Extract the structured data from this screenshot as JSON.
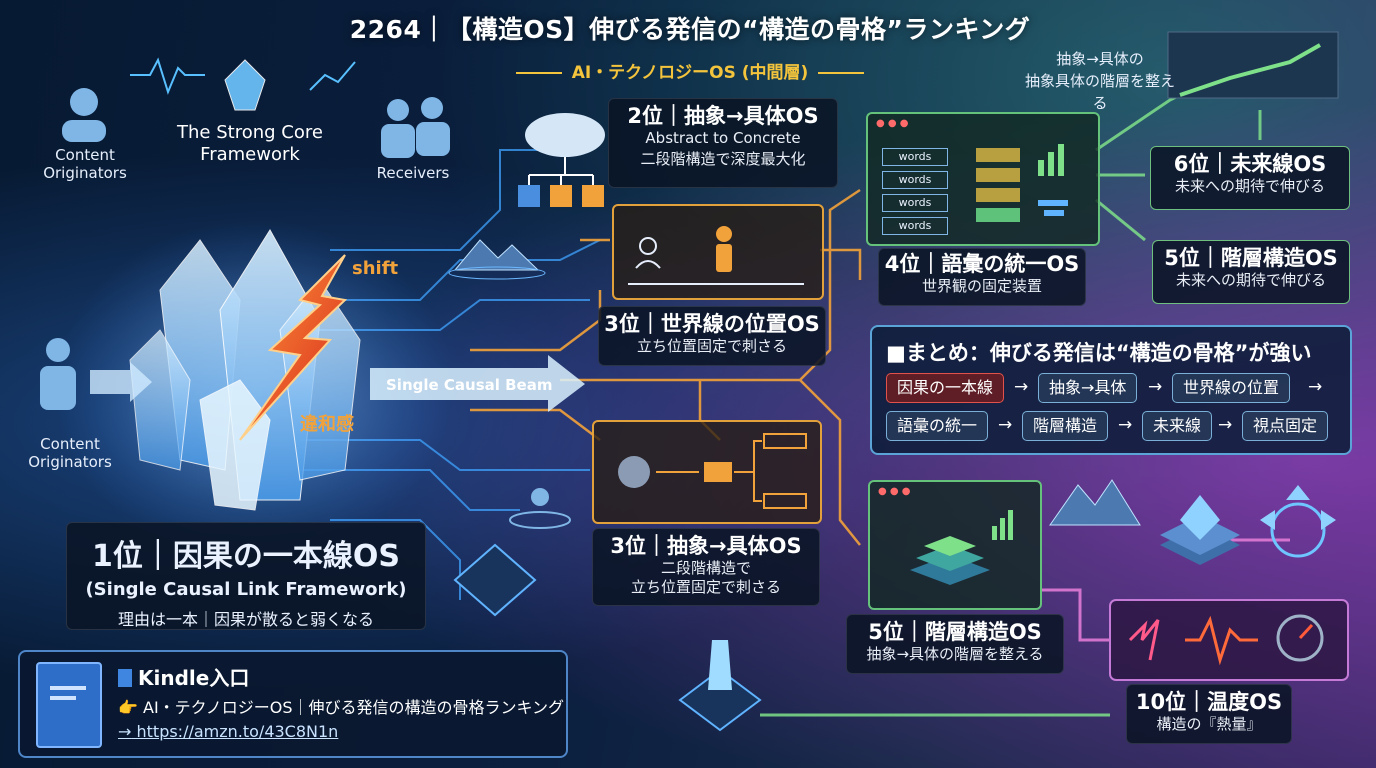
{
  "header": {
    "title": "2264｜【構造OS】伸びる発信の“構造の骨格”ランキング",
    "subtitle": "AI・テクノロジーOS (中間層)"
  },
  "left": {
    "content_originators_top": "Content Originators",
    "core_label": "The Strong Core Framework",
    "receivers": "Receivers",
    "content_originators_bottom": "Content Originators",
    "shift": "shift",
    "iwakan": "違和感",
    "beam": "Single Causal Beam"
  },
  "rank1": {
    "title": "1位｜因果の一本線OS",
    "en": "(Single Causal Link Framework)",
    "desc": "理由は一本｜因果が散ると弱くなる"
  },
  "rank2": {
    "title": "2位｜抽象→具体OS",
    "en": "Abstract to Concrete",
    "desc": "二段階構造で深度最大化"
  },
  "rank3a": {
    "title": "3位｜世界線の位置OS",
    "desc": "立ち位置固定で刺さる"
  },
  "rank3b": {
    "title": "3位｜抽象→具体OS",
    "desc1": "二段階構造で",
    "desc2": "立ち位置固定で刺さる"
  },
  "rank4": {
    "title": "4位｜語彙の統一OS",
    "desc": "世界観の固定装置",
    "words": [
      "words",
      "words",
      "words",
      "words"
    ]
  },
  "rank5a": {
    "title": "5位｜階層構造OS",
    "desc": "未来への期待で伸びる"
  },
  "rank5b": {
    "title": "5位｜階層構造OS",
    "desc": "抽象→具体の階層を整える"
  },
  "rank6": {
    "title": "6位｜未来線OS",
    "desc": "未来への期待で伸びる"
  },
  "rank10": {
    "title": "10位｜温度OS",
    "desc": "構造の『熱量』"
  },
  "topright": {
    "line1": "抽象→具体の",
    "line2": "抽象具体の階層を整える"
  },
  "summary": {
    "title": "■まとめ：伸びる発信は“構造の骨格”が強い",
    "row1": [
      "因果の一本線",
      "抽象→具体",
      "世界線の位置"
    ],
    "row2": [
      "語彙の統一",
      "階層構造",
      "未来線",
      "視点固定"
    ],
    "arrow": "→"
  },
  "kindle": {
    "title": "Kindle入口",
    "line": "AI・テクノロジーOS｜伸びる発信の構造の骨格ランキング",
    "link": "https://amzn.to/43C8N1n",
    "pointer": "👉",
    "link_arrow": "→"
  }
}
